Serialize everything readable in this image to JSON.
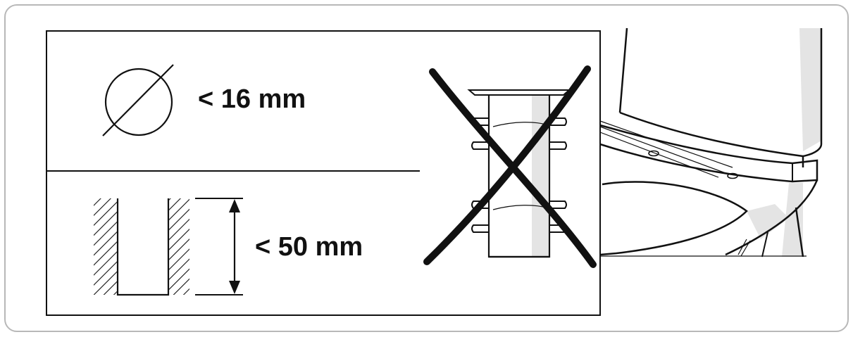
{
  "diagram": {
    "max_hole_diameter": "< 16 mm",
    "max_hole_depth": "< 50 mm",
    "icons": {
      "diameter": "diameter-icon",
      "drilled_hole": "drilled-hole-icon",
      "depth_arrow": "depth-arrow-icon",
      "forbidden_anchor": "crossed-out-wall-plug-icon",
      "toilet": "toilet-illustration"
    },
    "colors": {
      "ink": "#111111",
      "frame": "#b8b8b8",
      "shade": "#e4e4e4"
    }
  }
}
